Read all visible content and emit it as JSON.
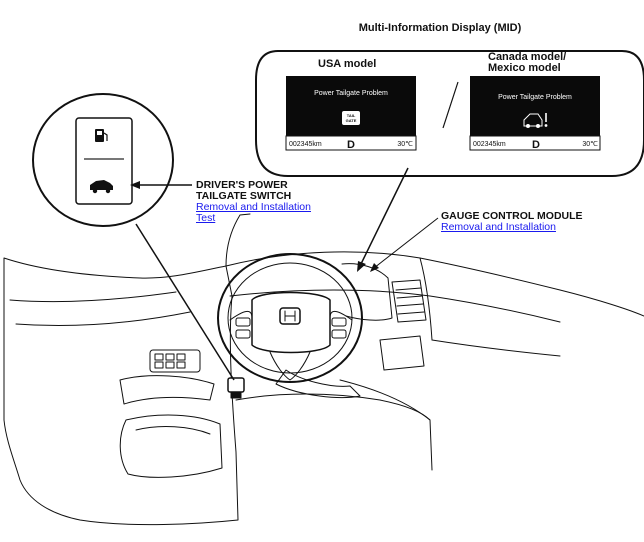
{
  "mid": {
    "title": "Multi-Information Display (MID)",
    "usa": {
      "heading": "USA model",
      "message": "Power Tailgate Problem",
      "icon_text_1": "TAIL",
      "icon_text_2": "GATE",
      "odometer": "002345km",
      "gear": "D",
      "temp": "30℃"
    },
    "canada": {
      "heading_line1": "Canada model/",
      "heading_line2": "Mexico model",
      "message": "Power Tailgate Problem",
      "odometer": "002345km",
      "gear": "D",
      "temp": "30℃"
    }
  },
  "switch_callout": {
    "title_line1": "DRIVER'S POWER",
    "title_line2": "TAILGATE SWITCH",
    "link_removal": "Removal and Installation",
    "link_test": "Test"
  },
  "gauge_callout": {
    "title": "GAUGE CONTROL MODULE",
    "link_removal": "Removal and Installation"
  },
  "colors": {
    "link": "#1a1aee",
    "display_bg": "#0a0a0a",
    "line": "#111111"
  },
  "icons": [
    "fuel-door-icon",
    "tailgate-car-icon",
    "tailgate-warning-icon"
  ]
}
